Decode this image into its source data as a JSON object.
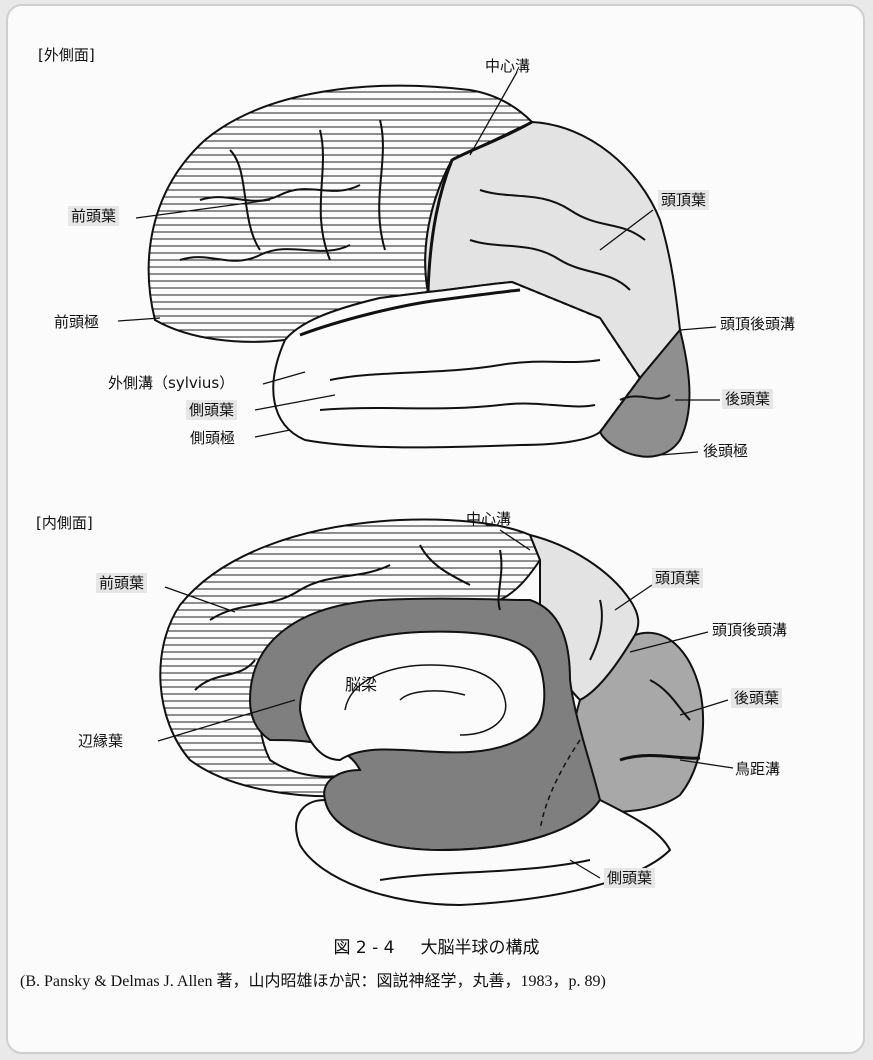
{
  "sections": {
    "lateral": "[外側面]",
    "medial": "[内側面]"
  },
  "lateral_labels": {
    "central_sulcus": "中心溝",
    "frontal_lobe": "前頭葉",
    "parietal_lobe": "頭頂葉",
    "frontal_pole": "前頭極",
    "parieto_occipital_sulcus": "頭頂後頭溝",
    "lateral_sulcus": "外側溝（sylvius）",
    "temporal_lobe": "側頭葉",
    "occipital_lobe": "後頭葉",
    "temporal_pole": "側頭極",
    "occipital_pole": "後頭極"
  },
  "medial_labels": {
    "central_sulcus": "中心溝",
    "frontal_lobe": "前頭葉",
    "parietal_lobe": "頭頂葉",
    "parieto_occipital_sulcus": "頭頂後頭溝",
    "corpus_callosum": "脳梁",
    "occipital_lobe": "後頭葉",
    "limbic_lobe": "辺縁葉",
    "calcarine_sulcus": "鳥距溝",
    "temporal_lobe": "側頭葉"
  },
  "caption": {
    "number": "図 2 - 4",
    "title": "大脳半球の構成"
  },
  "source": "(B. Pansky & Delmas J. Allen 著，山内昭雄ほか訳：図説神経学，丸善，1983，p. 89)"
}
